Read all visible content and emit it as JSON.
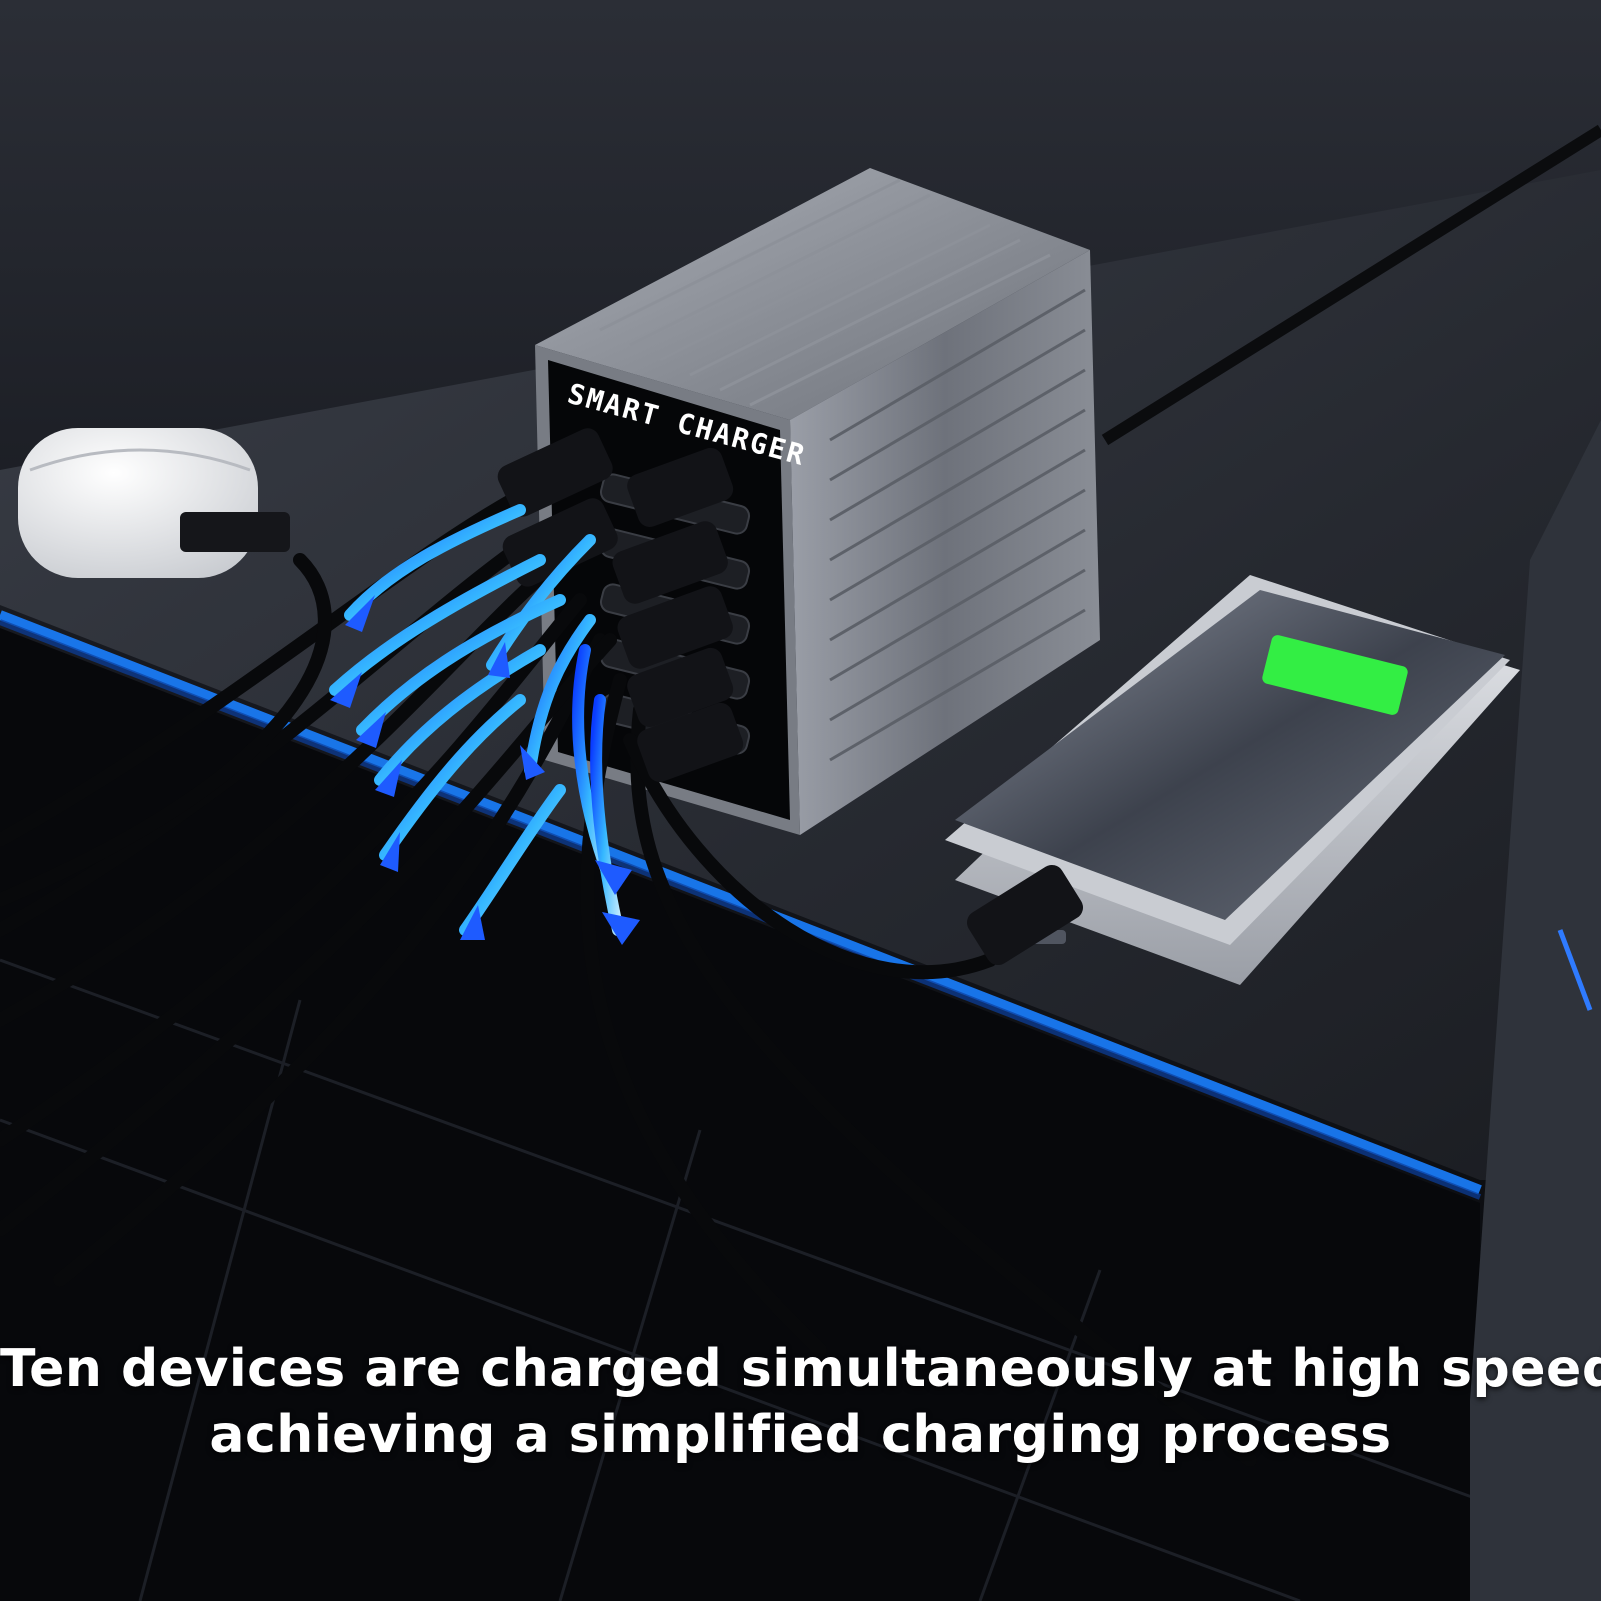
{
  "product": {
    "label": "SMART CHARGER",
    "body_color": "#7d8189",
    "screen_color": "#050608",
    "phone_indicator_color": "#33ee44",
    "accent_light_color": "#1a7fff"
  },
  "caption": {
    "line1": "Ten devices are charged simultaneously at high speed,",
    "line2": "achieving a simplified charging process"
  }
}
